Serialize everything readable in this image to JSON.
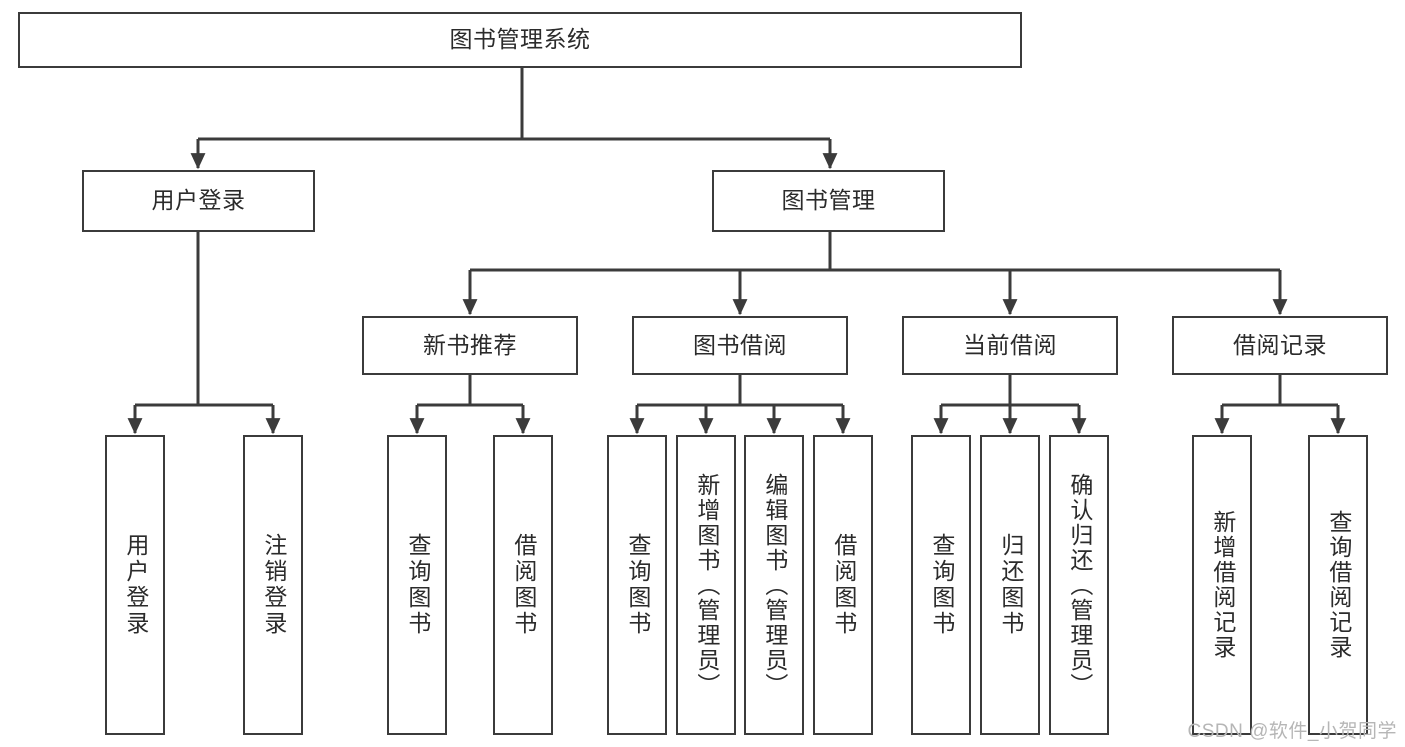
{
  "diagram": {
    "title": "图书管理系统",
    "type": "tree",
    "watermark": "CSDN @软件_小贺同学",
    "colors": {
      "stroke": "#3b3b3b",
      "background": "#ffffff",
      "text": "#2b2b2b",
      "watermark": "#b6b6b6"
    },
    "nodes": {
      "root": {
        "label": "图书管理系统"
      },
      "level2": [
        {
          "id": "user-login",
          "label": "用户登录"
        },
        {
          "id": "book-management",
          "label": "图书管理"
        }
      ],
      "level3": [
        {
          "id": "new-book-recommend",
          "label": "新书推荐"
        },
        {
          "id": "book-borrow",
          "label": "图书借阅"
        },
        {
          "id": "current-borrow",
          "label": "当前借阅"
        },
        {
          "id": "borrow-record",
          "label": "借阅记录"
        }
      ],
      "leaves": {
        "user-login": [
          {
            "id": "leaf-user-login",
            "label": "用户登录"
          },
          {
            "id": "leaf-logout",
            "label": "注销登录"
          }
        ],
        "new-book-recommend": [
          {
            "id": "leaf-query-book-1",
            "label": "查询图书"
          },
          {
            "id": "leaf-borrow-book-1",
            "label": "借阅图书"
          }
        ],
        "book-borrow": [
          {
            "id": "leaf-query-book-2",
            "label": "查询图书"
          },
          {
            "id": "leaf-add-book",
            "label": "新增图书（管理员）"
          },
          {
            "id": "leaf-edit-book",
            "label": "编辑图书（管理员）"
          },
          {
            "id": "leaf-borrow-book-2",
            "label": "借阅图书"
          }
        ],
        "current-borrow": [
          {
            "id": "leaf-query-book-3",
            "label": "查询图书"
          },
          {
            "id": "leaf-return-book",
            "label": "归还图书"
          },
          {
            "id": "leaf-confirm-return",
            "label": "确认归还（管理员）"
          }
        ],
        "borrow-record": [
          {
            "id": "leaf-add-record",
            "label": "新增借阅记录"
          },
          {
            "id": "leaf-query-record",
            "label": "查询借阅记录"
          }
        ]
      }
    }
  }
}
